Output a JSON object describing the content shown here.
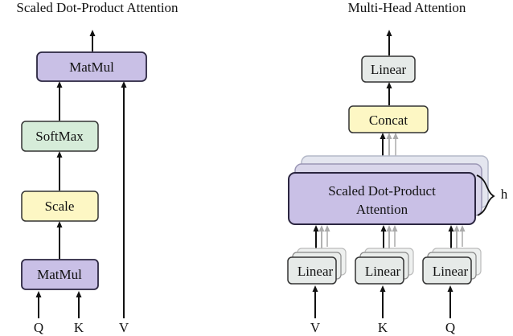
{
  "left": {
    "title": "Scaled Dot-Product Attention",
    "boxes": {
      "matmul_top": "MatMul",
      "softmax": "SoftMax",
      "scale": "Scale",
      "matmul_bottom": "MatMul"
    },
    "inputs": {
      "q": "Q",
      "k": "K",
      "v": "V"
    }
  },
  "right": {
    "title": "Multi-Head Attention",
    "boxes": {
      "linear_top": "Linear",
      "concat": "Concat",
      "sdpa_line1": "Scaled Dot-Product",
      "sdpa_line2": "Attention",
      "linear_v": "Linear",
      "linear_k": "Linear",
      "linear_q": "Linear"
    },
    "heads_label": "h",
    "inputs": {
      "v": "V",
      "k": "K",
      "q": "Q"
    }
  },
  "colors": {
    "purple": "#c9c0e6",
    "purple_stroke": "#2b2640",
    "green": "#d6ecd9",
    "yellow": "#fdf7c4",
    "gray": "#e6eae8",
    "shadow": "#c8ccdb"
  }
}
